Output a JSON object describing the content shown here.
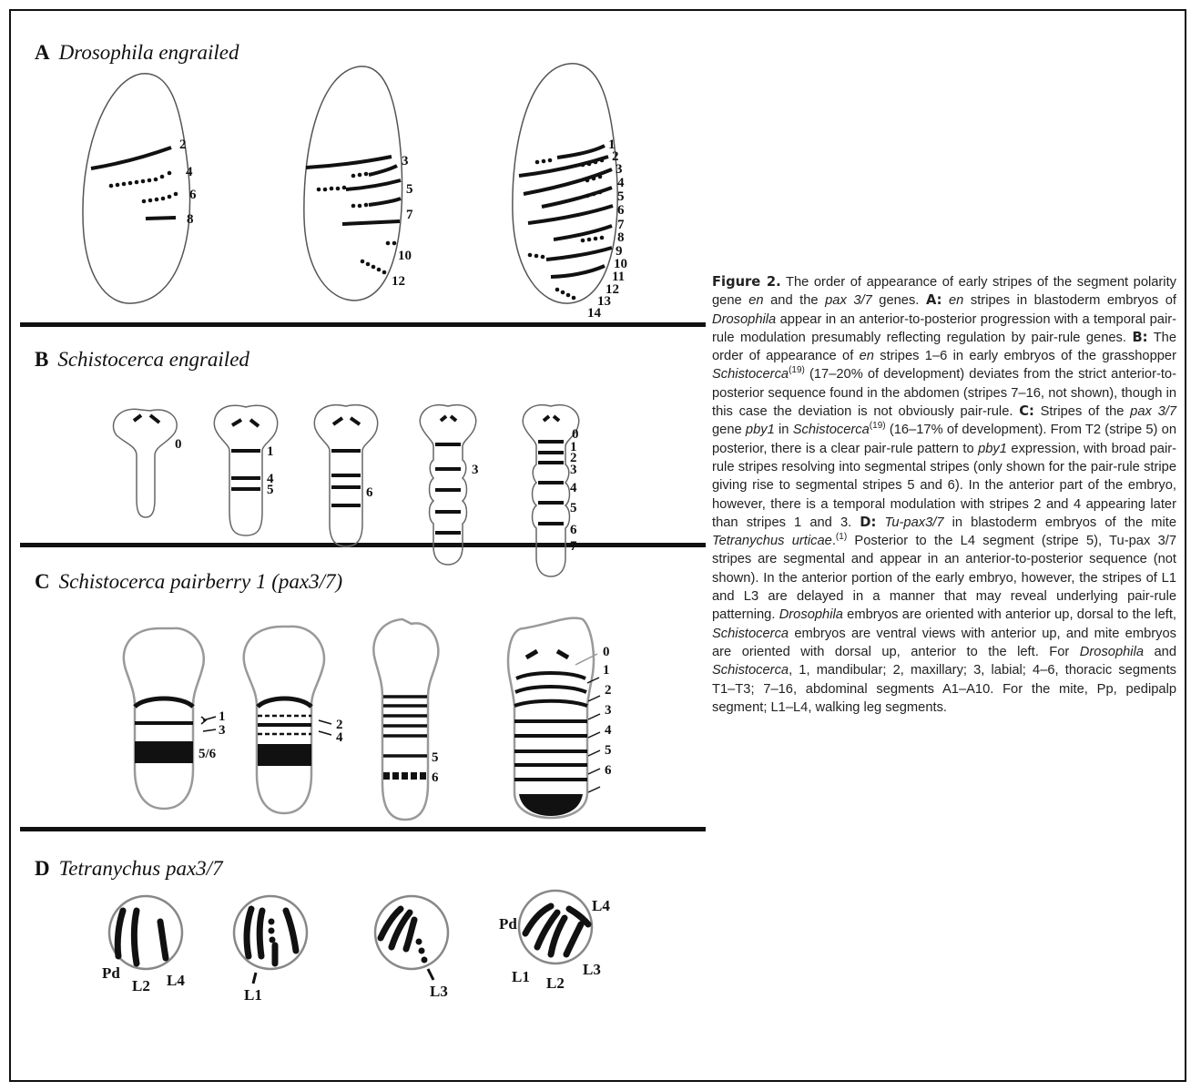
{
  "panels": {
    "a": {
      "letter": "A",
      "name": "Drosophila engrailed"
    },
    "b": {
      "letter": "B",
      "name": "Schistocerca engrailed"
    },
    "c": {
      "letter": "C",
      "name": "Schistocerca pairberry 1 (pax3/7)"
    },
    "d": {
      "letter": "D",
      "name": "Tetranychus pax3/7"
    }
  },
  "labels": {
    "a1": [
      "2",
      "4",
      "6",
      "8"
    ],
    "a2": [
      "3",
      "5",
      "7",
      "10",
      "12"
    ],
    "a3": [
      "1",
      "2",
      "3",
      "4",
      "5",
      "6",
      "7",
      "8",
      "9",
      "10",
      "11",
      "12",
      "13",
      "14"
    ],
    "b1": [
      "0"
    ],
    "b2": [
      "1",
      "4",
      "5"
    ],
    "b3": [
      "6"
    ],
    "b4": [
      "3"
    ],
    "b5": [
      "0",
      "1",
      "2",
      "3",
      "4",
      "5",
      "6",
      "7"
    ],
    "c1": [
      "1",
      "3",
      "5/6"
    ],
    "c2": [
      "2",
      "4"
    ],
    "c3": [
      "5",
      "6"
    ],
    "c4": [
      "0",
      "1",
      "2",
      "3",
      "4",
      "5",
      "6"
    ],
    "d1": [
      "Pd",
      "L2",
      "L4"
    ],
    "d2": [
      "L1"
    ],
    "d3": [
      "L3"
    ],
    "d4": [
      "Pd",
      "L4",
      "L1",
      "L2",
      "L3"
    ]
  },
  "caption": {
    "figure": "Figure 2.",
    "intro": " The order of appearance of early stripes of the segment polarity gene ",
    "en": "en",
    "and_the": " and the ",
    "pax37": "pax 3/7",
    "genes": " genes. ",
    "a_label": "A:",
    "a_pre": " ",
    "a_en": "en",
    "a_text1": " stripes in blastoderm embryos of ",
    "a_dros": "Drosophila",
    "a_text2": " appear in an anterior-to-posterior progression with a temporal pair-rule modulation presumably reflecting regulation by pair-rule genes. ",
    "b_label": "B:",
    "b_text1": " The order of appearance of ",
    "b_en": "en",
    "b_text2": " stripes 1–6 in early embryos of the grasshopper ",
    "b_schisto": "Schistocerca",
    "b_ref": "(19)",
    "b_text3": " (17–20% of development) deviates from the strict anterior-to-posterior sequence found in the abdomen (stripes 7–16, not shown), though in this case the deviation is not obviously pair-rule. ",
    "c_label": "C:",
    "c_text1": " Stripes of the ",
    "c_pax": "pax 3/7",
    "c_text2": " gene ",
    "c_pby": "pby1",
    "c_text3": " in ",
    "c_schisto": "Schistocerca",
    "c_ref": "(19)",
    "c_text4": " (16–17% of development). From T2 (stripe 5) on posterior, there is a clear pair-rule pattern to ",
    "c_pby2": "pby1",
    "c_text5": " expression, with broad pair-rule stripes resolving into segmental stripes (only shown for the pair-rule stripe giving rise to segmental stripes 5 and 6). In the anterior part of the embryo, however, there is a temporal modulation with stripes 2 and 4 appearing later than stripes 1 and 3. ",
    "d_label": "D:",
    "d_pre": " ",
    "d_tu": "Tu-pax3/7",
    "d_text1": " in blastoderm embryos of the mite ",
    "d_mite": "Tetranychus urticae",
    "d_text1b": ".",
    "d_ref": "(1)",
    "d_text2": " Posterior to the L4 segment (stripe 5), Tu-pax 3/7 stripes are segmental and appear in an anterior-to-posterior sequence (not shown). In the anterior portion of the early embryo, however, the stripes of L1 and L3 are delayed in a manner that may reveal underlying pair-rule patterning. ",
    "d_dros": "Drosophila",
    "d_text3": " embryos are oriented with anterior up, dorsal to the left, ",
    "d_schisto": "Schistocerca",
    "d_text4": " embryos are ventral views with anterior up, and mite embryos are oriented with dorsal up, anterior to the left. For ",
    "d_dros2": "Drosophila",
    "d_and": " and ",
    "d_schisto2": "Schistocerca",
    "d_text5": ", 1, mandibular; 2, maxillary; 3, labial; 4–6, thoracic segments T1–T3; 7–16, abdominal segments A1–A10. For the mite, Pp, pedipalp segment; L1–L4, walking leg segments."
  }
}
